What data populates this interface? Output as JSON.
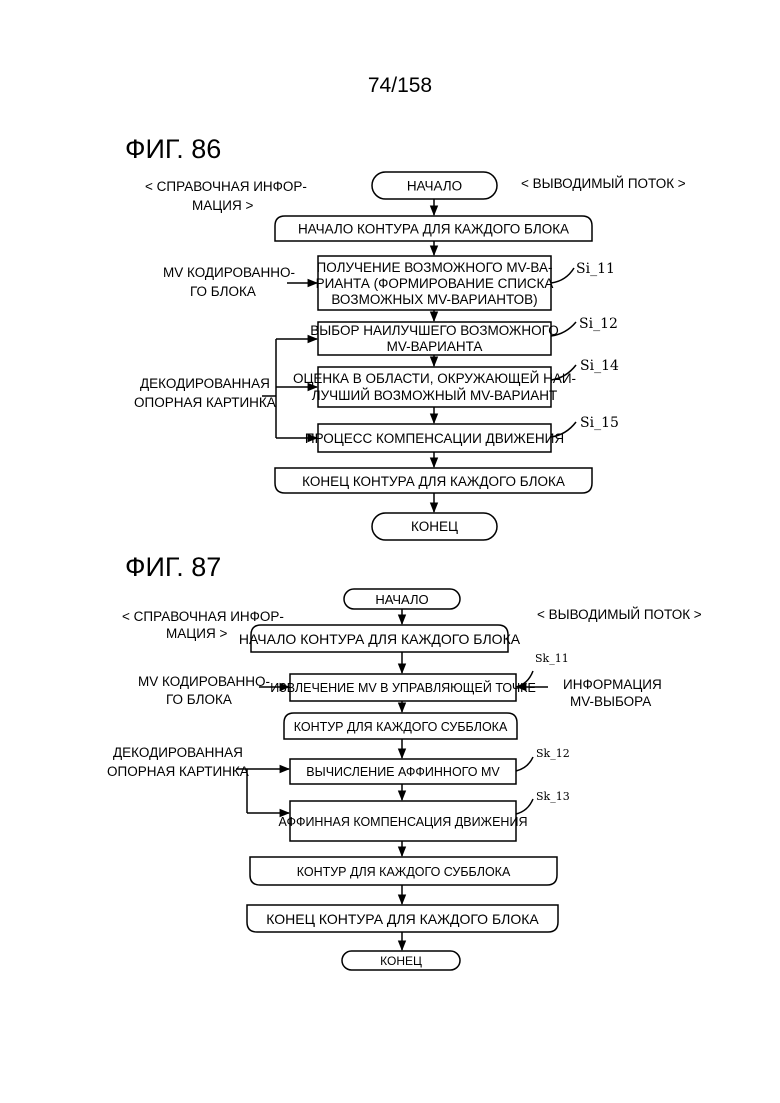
{
  "page_number": "74/158",
  "fig86": {
    "title": "ФИГ. 86",
    "ref_line1": "< СПРАВОЧНАЯ ИНФОР-",
    "ref_line2": "МАЦИЯ >",
    "out_label": "< ВЫВОДИМЫЙ ПОТОК >",
    "start": "НАЧАЛО",
    "loop_start": "НАЧАЛО КОНТУРА ДЛЯ КАЖДОГО БЛОКА",
    "step_11": [
      "ПОЛУЧЕНИЕ ВОЗМОЖНОГО MV-ВА-",
      "РИАНТА (ФОРМИРОВАНИЕ СПИСКА",
      "ВОЗМОЖНЫХ MV-ВАРИАНТОВ)"
    ],
    "step_12": [
      "ВЫБОР НАИЛУЧШЕГО ВОЗМОЖНОГО",
      "MV-ВАРИАНТА"
    ],
    "step_14": [
      "ОЦЕНКА В ОБЛАСТИ, ОКРУЖАЮЩЕЙ НАИ-",
      "ЛУЧШИЙ ВОЗМОЖНЫЙ MV-ВАРИАНТ"
    ],
    "step_15": "ПРОЦЕСС КОМПЕНСАЦИИ ДВИЖЕНИЯ",
    "loop_end": "КОНЕЦ КОНТУРА ДЛЯ КАЖДОГО БЛОКА",
    "end": "КОНЕЦ",
    "input_mv": [
      "MV КОДИРОВАННО-",
      "ГО БЛОКА"
    ],
    "input_ref": [
      "ДЕКОДИРОВАННАЯ",
      "ОПОРНАЯ КАРТИНКА"
    ],
    "tag_11": "Si_11",
    "tag_12": "Si_12",
    "tag_14": "Si_14",
    "tag_15": "Si_15"
  },
  "fig87": {
    "title": "ФИГ. 87",
    "ref_line1": "< СПРАВОЧНАЯ ИНФОР-",
    "ref_line2": "МАЦИЯ >",
    "out_label": "< ВЫВОДИМЫЙ ПОТОК >",
    "start": "НАЧАЛО",
    "loop_start": "НАЧАЛО КОНТУРА ДЛЯ КАЖДОГО БЛОКА",
    "step_11": "ИЗВЛЕЧЕНИЕ MV В УПРАВЛЯЮЩЕЙ ТОЧКЕ",
    "subloop_start": "КОНТУР ДЛЯ КАЖДОГО СУББЛОКА",
    "step_12": "ВЫЧИСЛЕНИЕ АФФИННОГО MV",
    "step_13": "АФФИННАЯ КОМПЕНСАЦИЯ ДВИЖЕНИЯ",
    "subloop_end": "КОНТУР ДЛЯ КАЖДОГО СУББЛОКА",
    "loop_end": "КОНЕЦ КОНТУРА ДЛЯ КАЖДОГО БЛОКА",
    "end": "КОНЕЦ",
    "input_mv": [
      "MV КОДИРОВАННО-",
      "ГО БЛОКА"
    ],
    "input_ref": [
      "ДЕКОДИРОВАННАЯ",
      "ОПОРНАЯ КАРТИНКА"
    ],
    "input_sel": [
      "ИНФОРМАЦИЯ",
      "MV-ВЫБОРА"
    ],
    "tag_11": "Sk_11",
    "tag_12": "Sk_12",
    "tag_13": "Sk_13"
  }
}
